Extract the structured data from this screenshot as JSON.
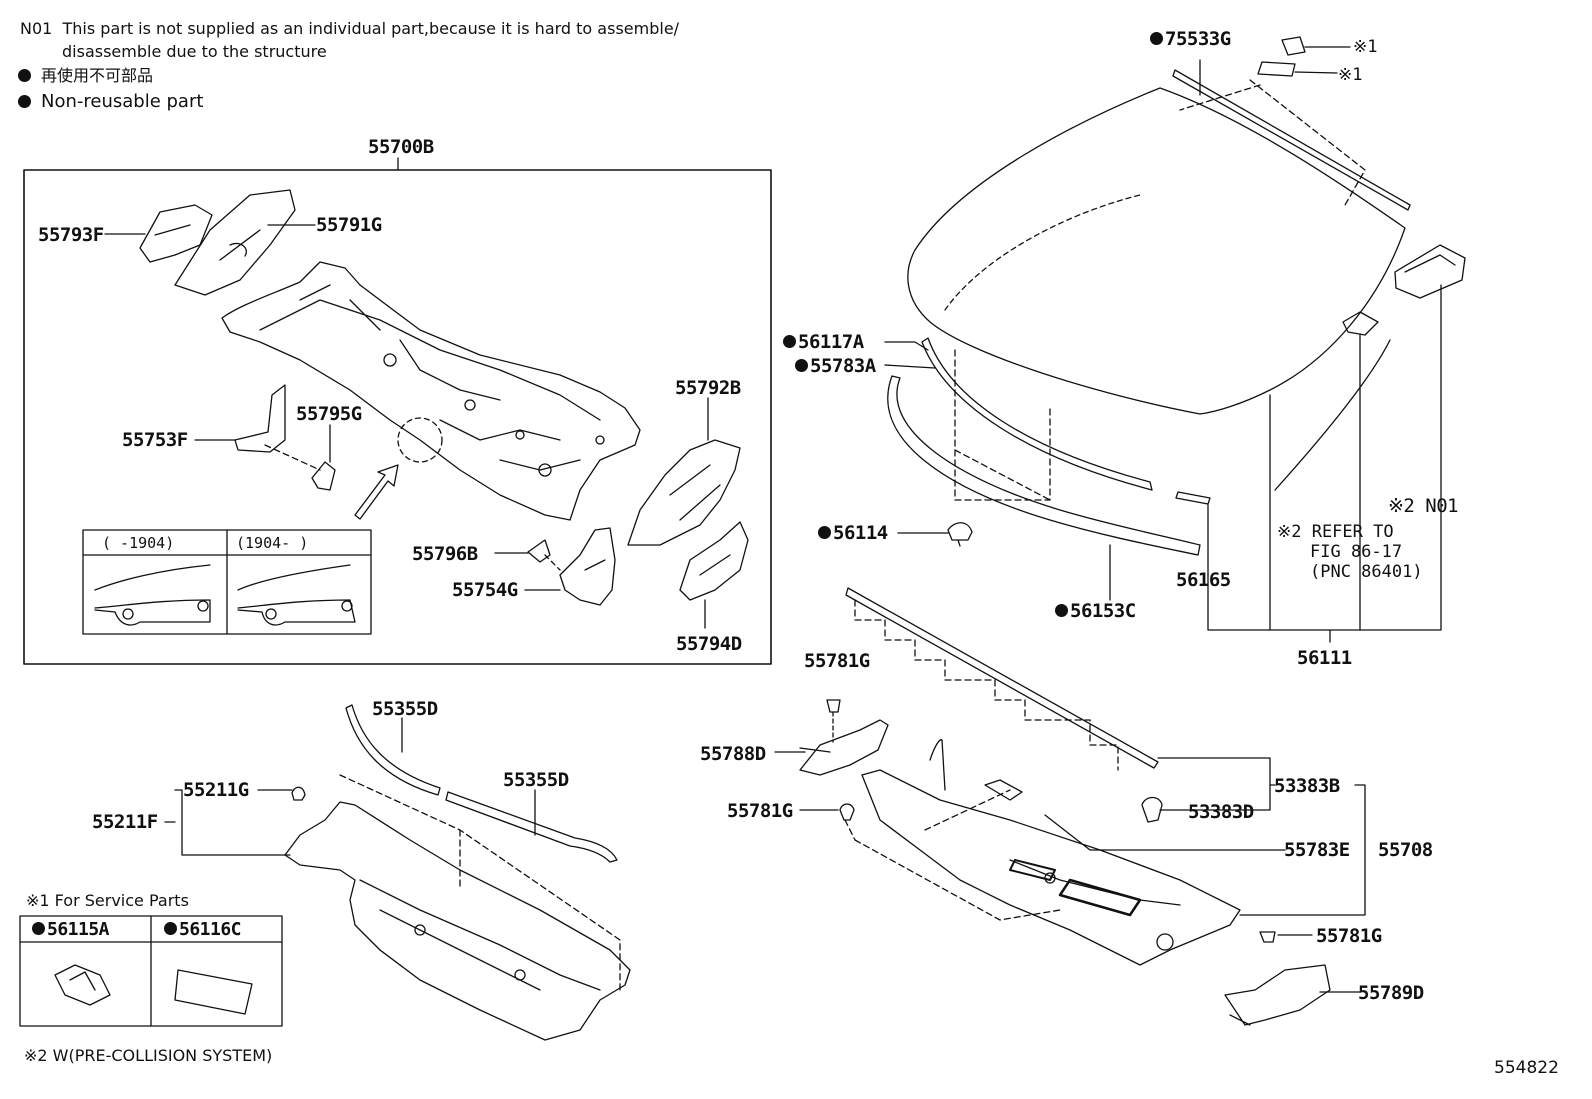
{
  "notes": {
    "n01_code": "N01",
    "n01_line1": "This part is not supplied as an individual part,because it is hard to assemble/",
    "n01_line2": "disassemble due to the structure",
    "nonreusable_jp": "再使用不可部品",
    "nonreusable_en": "Non-reusable part"
  },
  "labels": {
    "p55700B": "55700B",
    "p55793F": "55793F",
    "p55791G": "55791G",
    "p55792B": "55792B",
    "p55753F": "55753F",
    "p55795G": "55795G",
    "p55796B": "55796B",
    "p55754G": "55754G",
    "p55794D": "55794D",
    "p75533G": "75533G",
    "p56117A": "56117A",
    "p55783A": "55783A",
    "p56114": "56114",
    "p56153C": "56153C",
    "p56165": "56165",
    "p56111": "56111",
    "p55781G_a": "55781G",
    "p55788D": "55788D",
    "p55781G_b": "55781G",
    "p53383B": "53383B",
    "p53383D": "53383D",
    "p55783E": "55783E",
    "p55708": "55708",
    "p55781G_c": "55781G",
    "p55789D": "55789D",
    "p55355D_a": "55355D",
    "p55355D_b": "55355D",
    "p55211G": "55211G",
    "p55211F": "55211F",
    "ref1a": "※1",
    "ref1b": "※1",
    "ref2_n01": "※2 N01",
    "refer_line1": "※2 REFER TO",
    "refer_line2": "FIG 86-17",
    "refer_line3": "(PNC 86401)"
  },
  "date_table": {
    "col1": "(   -1904)",
    "col2": "(1904-   )"
  },
  "service": {
    "title": "※1 For Service Parts",
    "part1": "56115A",
    "part2": "56116C"
  },
  "footnote": "※2 W(PRE-COLLISION SYSTEM)",
  "figure_id": "554822"
}
